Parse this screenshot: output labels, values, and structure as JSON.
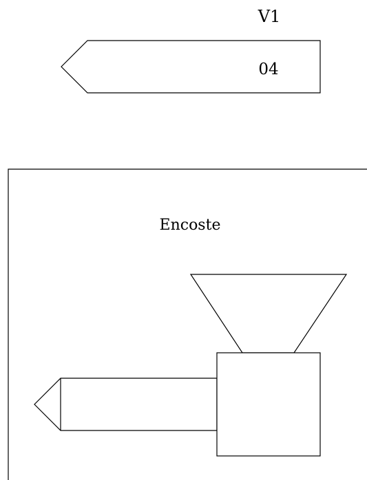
{
  "valve_block": {
    "tag": "V1",
    "value": "04"
  },
  "machine_panel": {
    "title": "Encoste"
  }
}
